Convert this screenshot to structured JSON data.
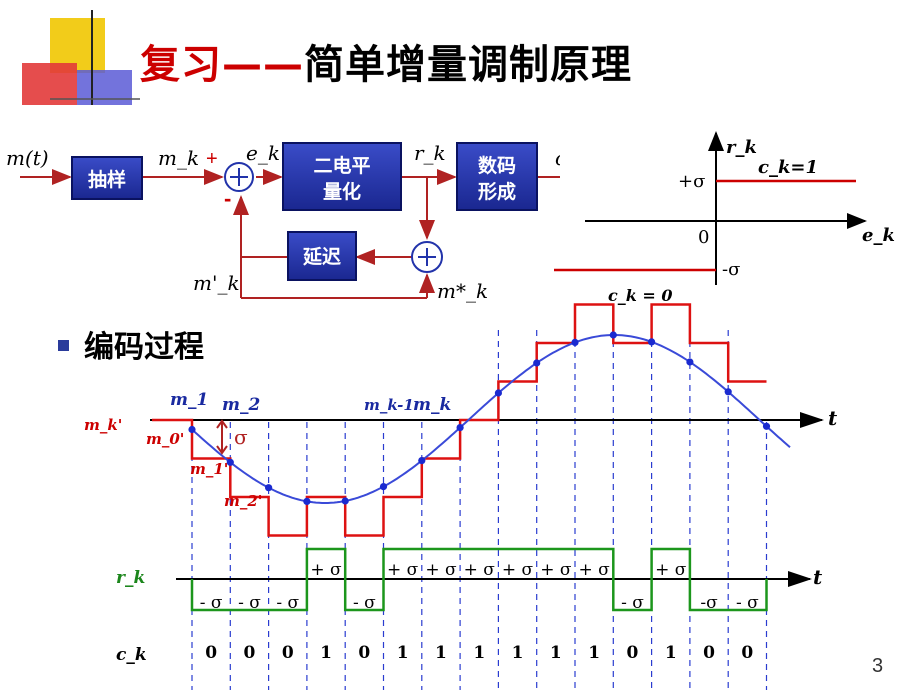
{
  "title": {
    "part1": "复习",
    "dash": "—",
    "part2": "简单增量调制原理"
  },
  "block_diagram": {
    "input_label": "m(t)",
    "sampler_label": "抽样",
    "sampled_label": "m_k",
    "plus_sign": "+",
    "minus_sign": "-",
    "error_label": "e_k",
    "quantizer_line1": "二电平",
    "quantizer_line2": "量化",
    "quantized_label": "r_k",
    "encoder_line1": "数码",
    "encoder_line2": "形成",
    "output_label": "c_k",
    "delay_label": "延迟",
    "feedback_label": "m'_k",
    "reconstructed_label": "m*_k"
  },
  "characteristic": {
    "y_axis_label": "r_k",
    "x_axis_label": "e_k",
    "origin_label": "0",
    "pos_level": "+σ",
    "neg_level": "-σ",
    "upper_code": "c_k=1",
    "lower_code": "c_k = 0"
  },
  "section_heading": "编码过程",
  "encoding": {
    "time_label": "t",
    "row_mk_prime": "m_k'",
    "m0_prime": "m_0'",
    "m1_prime": "m_1'",
    "m2_prime": "m_2'",
    "sigma": "σ",
    "m1": "m_1",
    "m2": "m_2",
    "mk_minus_1": "m_k-1",
    "mk": "m_k",
    "rk_label": "r_k",
    "ck_label": "c_k",
    "pulse_labels": [
      "- σ",
      "- σ",
      "- σ",
      "+ σ",
      "- σ",
      "+ σ",
      "+ σ",
      "+ σ",
      "+ σ",
      "+ σ",
      "+ σ",
      "- σ",
      "+ σ",
      "-σ",
      "- σ"
    ],
    "code_values": [
      "0",
      "0",
      "0",
      "1",
      "0",
      "1",
      "1",
      "1",
      "1",
      "1",
      "1",
      "0",
      "1",
      "0",
      "0"
    ]
  },
  "page_number": "3",
  "colors": {
    "red": "#cc0000",
    "blue": "#2233cc",
    "green": "#1a8c1a",
    "box": "#1f2fa0"
  }
}
